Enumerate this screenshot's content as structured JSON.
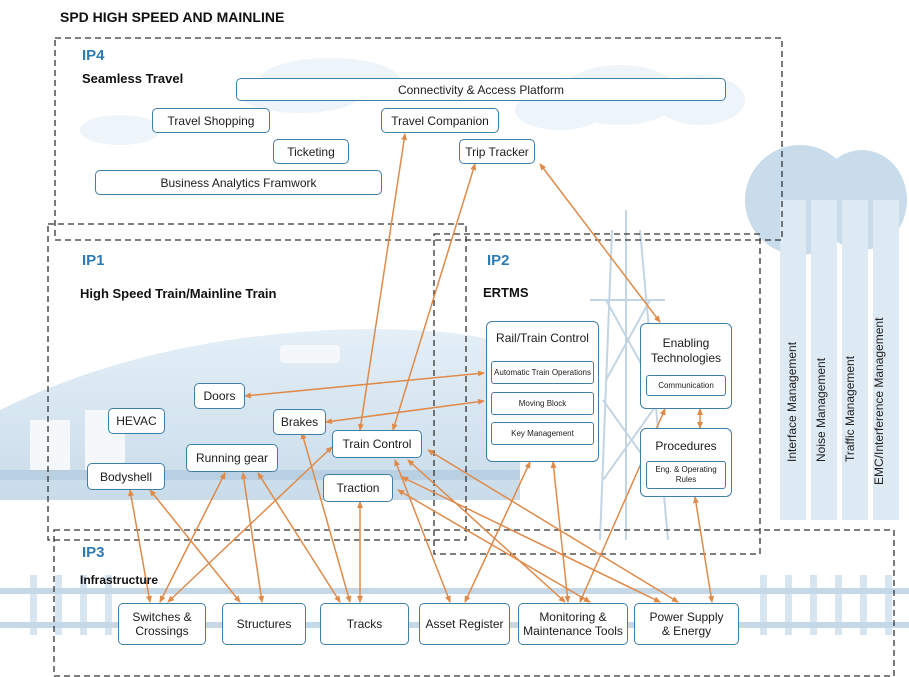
{
  "title": "SPD HIGH SPEED AND MAINLINE",
  "ip4": {
    "id": "IP4",
    "name": "Seamless Travel",
    "items": {
      "connectivity": "Connectivity & Access Platform",
      "travel_shopping": "Travel Shopping",
      "travel_companion": "Travel Companion",
      "ticketing": "Ticketing",
      "trip_tracker": "Trip Tracker",
      "business_analytics": "Business Analytics Framwork"
    }
  },
  "ip1": {
    "id": "IP1",
    "name": "High Speed Train/Mainline Train",
    "items": {
      "doors": "Doors",
      "hevac": "HEVAC",
      "brakes": "Brakes",
      "train_control": "Train Control",
      "running_gear": "Running gear",
      "bodyshell": "Bodyshell",
      "traction": "Traction"
    }
  },
  "ip2": {
    "id": "IP2",
    "name": "ERTMS",
    "rail_control": {
      "title": "Rail/Train Control",
      "items": [
        "Automatic Train Operations",
        "Moving Block",
        "Key Management"
      ]
    },
    "enabling": {
      "title_line1": "Enabling",
      "title_line2": "Technologies",
      "item": "Communication"
    },
    "procedures": {
      "title": "Procedures",
      "item_line1": "Eng. & Operating",
      "item_line2": "Rules"
    }
  },
  "ip3": {
    "id": "IP3",
    "name": "Infrastructure",
    "items": {
      "switches_line1": "Switches &",
      "switches_line2": "Crossings",
      "structures": "Structures",
      "tracks": "Tracks",
      "asset_register": "Asset Register",
      "monitoring_line1": "Monitoring &",
      "monitoring_line2": "Maintenance Tools",
      "power_line1": "Power Supply",
      "power_line2": "& Energy"
    }
  },
  "cross_cutting": [
    "Interface Management",
    "Noise Management",
    "Traffic Management",
    "EMC/Interference Management"
  ],
  "colors": {
    "ip_label": "#2b7bb5",
    "box_border": "#3f7fa8",
    "arrow": "#e08a4a",
    "dashed_border": "#333333"
  }
}
